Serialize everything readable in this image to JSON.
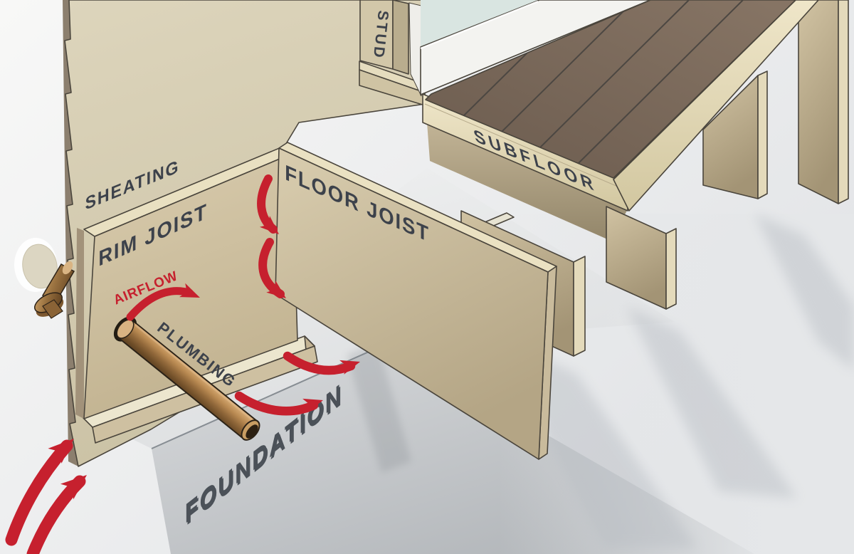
{
  "diagram": {
    "type": "construction-cutaway-illustration",
    "subject": "Rim joist air leakage at plumbing penetration",
    "labels": {
      "sheathing": "SHEATING",
      "rim_joist": "RIM JOIST",
      "floor_joist": "FLOOR JOIST",
      "subfloor": "SUBFLOOR",
      "stud": "STUD",
      "foundation": "FOUNDATION",
      "plumbing": "PLUMBING",
      "airflow": "AIRFLOW"
    },
    "colors": {
      "background_light": "#f8f8f7",
      "background_dark": "#e2e4e7",
      "wood_tan": "#d7cdb2",
      "wood_edge_dark": "#8c7f6e",
      "subfloor_cream": "#e9e0c2",
      "finished_floor_brown": "#7a685a",
      "foundation_gray": "#ced1d4",
      "arrow_red": "#c6202e",
      "label_dark": "#3d424b",
      "pipe_copper": "#a97c48",
      "interior_wall_green": "#d9e5e1",
      "baseboard_white": "#f3f3f0"
    }
  }
}
